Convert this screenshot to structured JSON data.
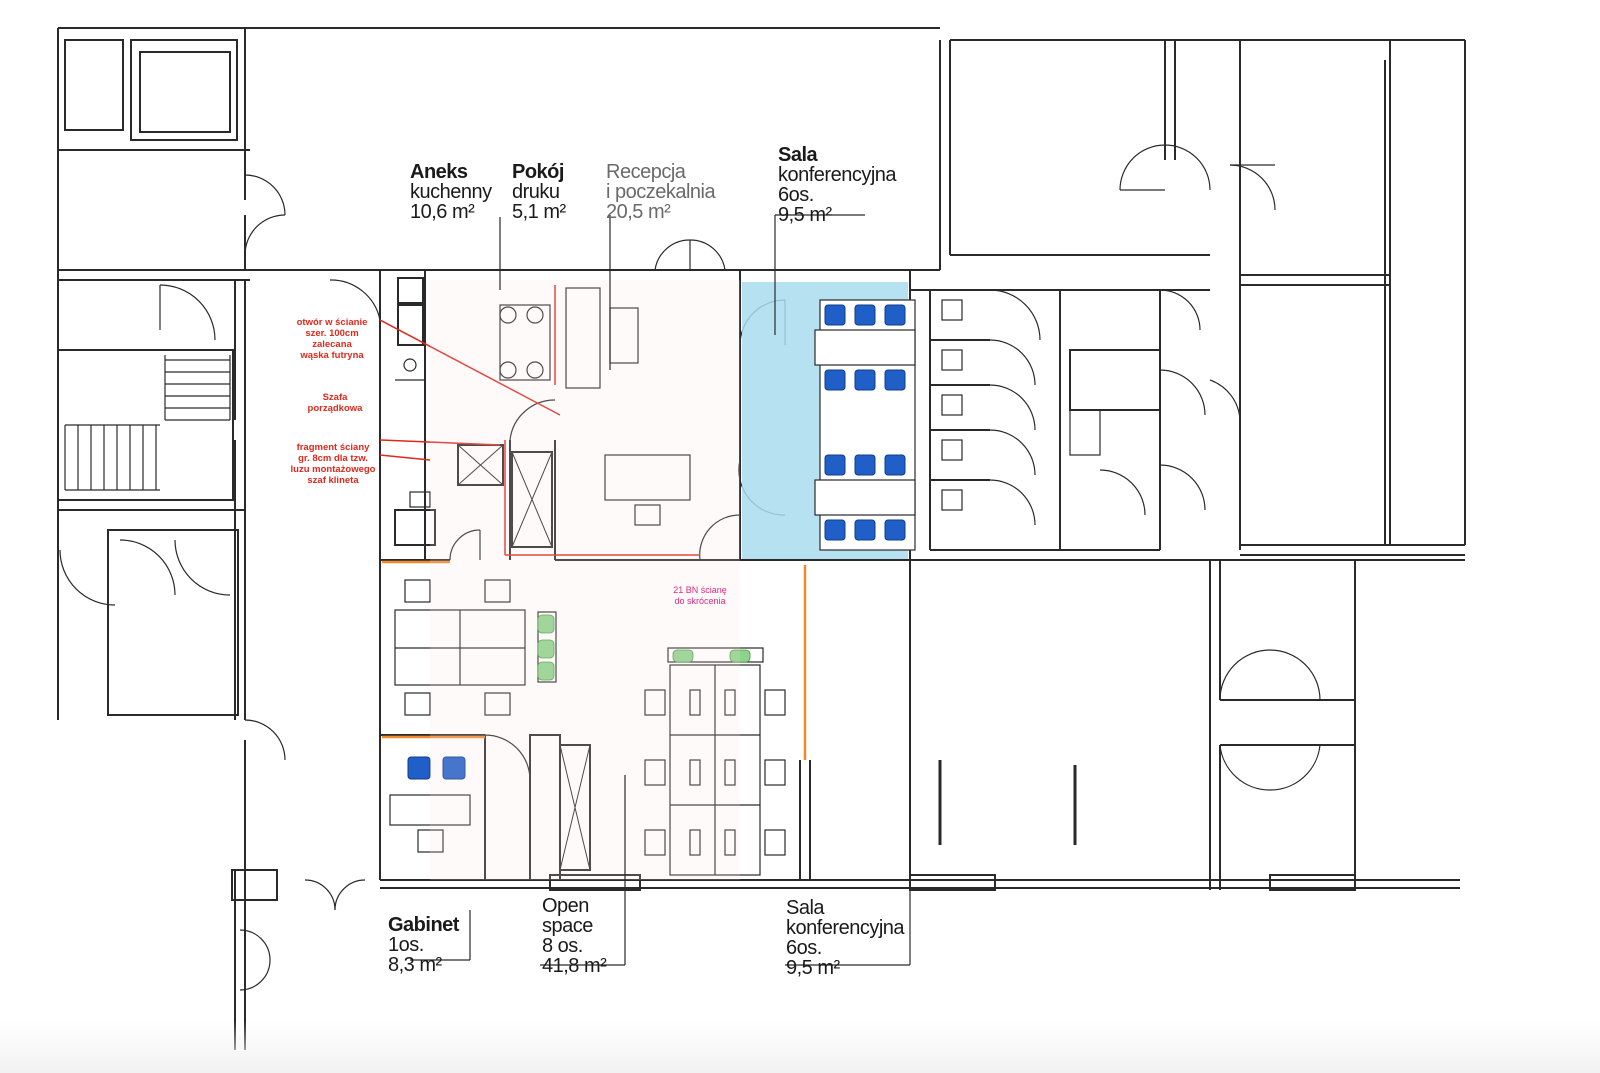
{
  "rooms": {
    "aneks": {
      "name": "Aneks",
      "sub": "kuchenny",
      "area": "10,6 m²"
    },
    "druk": {
      "name": "Pokój",
      "sub": "druku",
      "area": "5,1 m²"
    },
    "recepcja": {
      "name": "Recepcja",
      "sub": "i poczekalnia",
      "area": "20,5 m²"
    },
    "sala_top": {
      "name": "Sala",
      "sub": "konferencyjna",
      "sub2": "6os.",
      "area": "9,5 m²"
    },
    "gabinet": {
      "name": "Gabinet",
      "sub": "1os.",
      "area": "8,3 m²"
    },
    "open": {
      "name": "Open",
      "sub": "space",
      "sub2": "8 os.",
      "area": "41,8 m²"
    },
    "sala_bottom": {
      "name": "Sala",
      "sub": "konferencyjna",
      "sub2": "6os.",
      "area": "9,5 m²"
    }
  },
  "notes": {
    "otwor": [
      "otwór w ścianie",
      "szer. 100cm",
      "zalecana",
      "wąska futryna"
    ],
    "szafa": [
      "Szafa",
      "porządkowa"
    ],
    "fragment": [
      "fragment ściany",
      "gr. 8cm dla tzw.",
      "luzu montażowego",
      "szaf klineta"
    ],
    "pink": [
      "21 BN ścianę",
      "do skrócenia"
    ]
  },
  "colors": {
    "wall": "#2a2a2a",
    "conference_fill": "#a8dcef",
    "chair_blue": "#1f5fc7",
    "plant_green": "#8ed38a",
    "red_line": "#e0281c",
    "orange_line": "#f08a2c"
  }
}
